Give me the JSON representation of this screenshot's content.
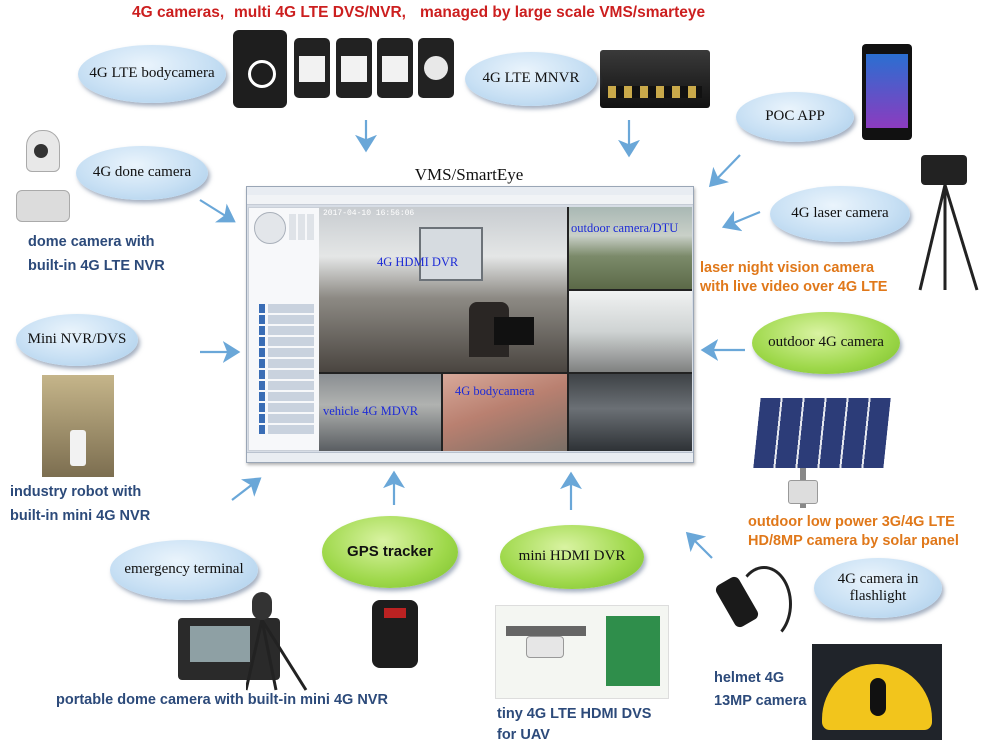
{
  "headline": {
    "part1": "4G cameras,",
    "part2": "multi 4G LTE DVS/NVR,",
    "part3": "managed by large scale VMS/smarteye"
  },
  "center": {
    "title": "VMS/SmartEye",
    "timestamp": "2017-04-10 16:56:06",
    "cells": {
      "hdmi_dvr": "4G HDMI DVR",
      "outdoor_dtu": "outdoor camera/DTU",
      "vehicle_mdvr": "vehicle 4G MDVR",
      "bodycamera": "4G bodycamera"
    }
  },
  "nodes": {
    "bodycamera": "4G LTE bodycamera",
    "mnvr": "4G LTE MNVR",
    "poc_app": "POC APP",
    "dome_camera": "4G done camera",
    "laser_camera": "4G laser camera",
    "mini_nvr": "Mini NVR/DVS",
    "outdoor_camera": "outdoor 4G camera",
    "emergency_terminal": "emergency terminal",
    "gps_tracker": "GPS tracker",
    "mini_hdmi_dvr": "mini HDMI DVR",
    "flashlight": "4G camera in flashlight"
  },
  "captions": {
    "dome_line1": "dome camera with",
    "dome_line2": "built-in 4G LTE NVR",
    "laser_line1": "laser night vision camera",
    "laser_line2": "with live video over 4G LTE",
    "robot_line1": "industry robot with",
    "robot_line2": "built-in mini 4G NVR",
    "solar_line1": "outdoor low power 3G/4G LTE",
    "solar_line2": "HD/8MP camera by solar panel",
    "portable": "portable dome camera with built-in mini 4G NVR",
    "uav_line1": "tiny 4G LTE HDMI DVS",
    "uav_line2": "for UAV",
    "helmet_line1": "helmet 4G",
    "helmet_line2": "13MP camera"
  },
  "colors": {
    "headline": "#cc1f1f",
    "caption_blue": "#2c4a7a",
    "caption_orange": "#e0781a",
    "bubble_blue": "#c8e0f4",
    "bubble_green": "#9ed84a",
    "arrow": "#6aa7d8",
    "cell_label": "#1d2bd6"
  }
}
